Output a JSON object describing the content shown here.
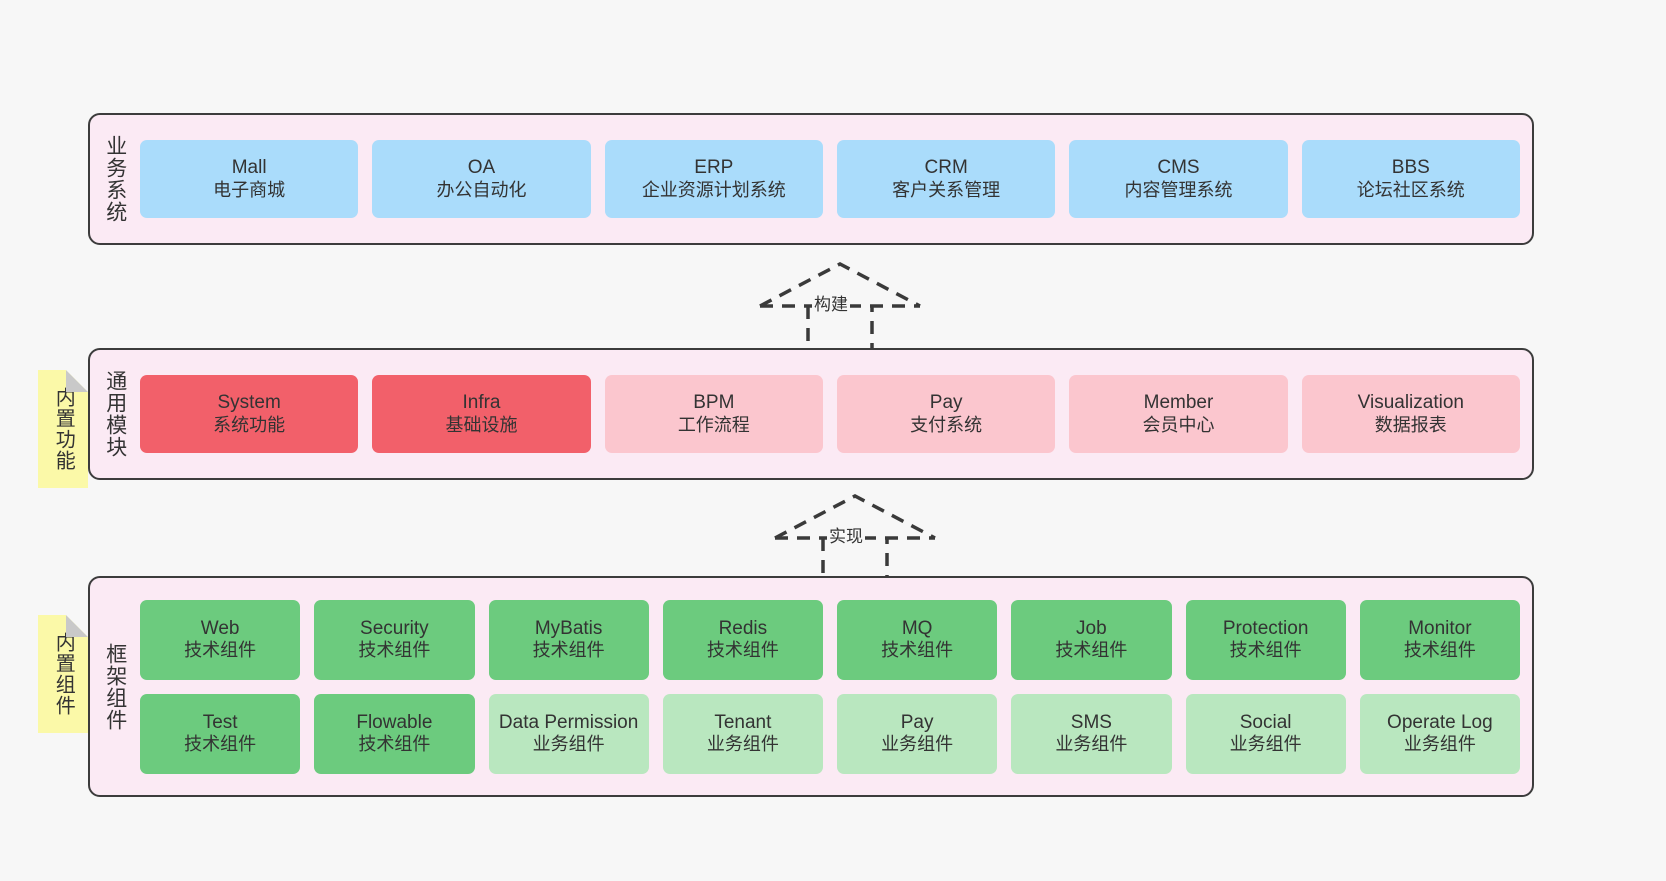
{
  "diagram": {
    "background_color": "#f7f7f7",
    "band_fill": "#fbeaf4",
    "band_border": "#3c3c3c",
    "note_fill": "#fbf9a8",
    "note_fold": "#c9c9c9"
  },
  "layers": {
    "business": {
      "label": "业务系统",
      "cell_color": "#aadcfb",
      "items": [
        {
          "name": "Mall",
          "desc": "电子商城"
        },
        {
          "name": "OA",
          "desc": "办公自动化"
        },
        {
          "name": "ERP",
          "desc": "企业资源计划系统"
        },
        {
          "name": "CRM",
          "desc": "客户关系管理"
        },
        {
          "name": "CMS",
          "desc": "内容管理系统"
        },
        {
          "name": "BBS",
          "desc": "论坛社区系统"
        }
      ]
    },
    "modules": {
      "label": "通用模块",
      "note": "内置功能",
      "color_strong": "#f2606a",
      "color_light": "#fbc6ce",
      "items": [
        {
          "name": "System",
          "desc": "系统功能",
          "color": "#f2606a"
        },
        {
          "name": "Infra",
          "desc": "基础设施",
          "color": "#f2606a"
        },
        {
          "name": "BPM",
          "desc": "工作流程",
          "color": "#fbc6ce"
        },
        {
          "name": "Pay",
          "desc": "支付系统",
          "color": "#fbc6ce"
        },
        {
          "name": "Member",
          "desc": "会员中心",
          "color": "#fbc6ce"
        },
        {
          "name": "Visualization",
          "desc": "数据报表",
          "color": "#fbc6ce"
        }
      ]
    },
    "framework": {
      "label": "框架组件",
      "note": "内置组件",
      "color_tech": "#6ccb7e",
      "color_biz": "#b9e7bf",
      "row1": [
        {
          "name": "Web",
          "desc": "技术组件",
          "color": "#6ccb7e"
        },
        {
          "name": "Security",
          "desc": "技术组件",
          "color": "#6ccb7e"
        },
        {
          "name": "MyBatis",
          "desc": "技术组件",
          "color": "#6ccb7e"
        },
        {
          "name": "Redis",
          "desc": "技术组件",
          "color": "#6ccb7e"
        },
        {
          "name": "MQ",
          "desc": "技术组件",
          "color": "#6ccb7e"
        },
        {
          "name": "Job",
          "desc": "技术组件",
          "color": "#6ccb7e"
        },
        {
          "name": "Protection",
          "desc": "技术组件",
          "color": "#6ccb7e"
        },
        {
          "name": "Monitor",
          "desc": "技术组件",
          "color": "#6ccb7e"
        }
      ],
      "row2": [
        {
          "name": "Test",
          "desc": "技术组件",
          "color": "#6ccb7e"
        },
        {
          "name": "Flowable",
          "desc": "技术组件",
          "color": "#6ccb7e"
        },
        {
          "name": "Data Permission",
          "desc": "业务组件",
          "color": "#b9e7bf"
        },
        {
          "name": "Tenant",
          "desc": "业务组件",
          "color": "#b9e7bf"
        },
        {
          "name": "Pay",
          "desc": "业务组件",
          "color": "#b9e7bf"
        },
        {
          "name": "SMS",
          "desc": "业务组件",
          "color": "#b9e7bf"
        },
        {
          "name": "Social",
          "desc": "业务组件",
          "color": "#b9e7bf"
        },
        {
          "name": "Operate Log",
          "desc": "业务组件",
          "color": "#b9e7bf"
        }
      ]
    }
  },
  "arrows": [
    {
      "id": "build",
      "label": "构建"
    },
    {
      "id": "impl",
      "label": "实现"
    }
  ]
}
